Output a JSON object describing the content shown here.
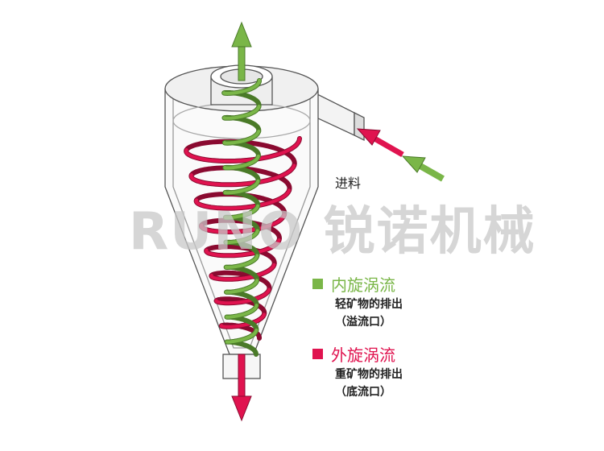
{
  "diagram": {
    "feed_label": "进料",
    "legend": [
      {
        "title": "内旋涡流",
        "line1": "轻矿物的排出",
        "line2": "（溢流口）",
        "color": "#7ab648"
      },
      {
        "title": "外旋涡流",
        "line1": "重矿物的排出",
        "line2": "（底流口）",
        "color": "#e0134f"
      }
    ],
    "watermark": "RUNO 锐诺机械"
  }
}
